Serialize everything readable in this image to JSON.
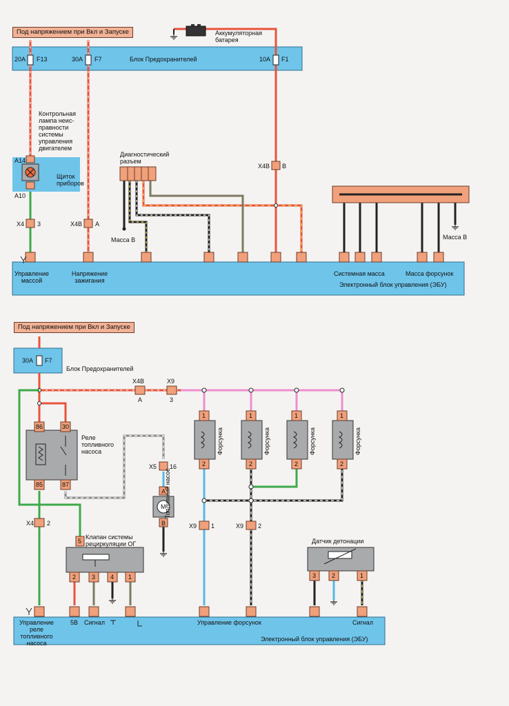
{
  "colors": {
    "red": "#e8533a",
    "pink": "#ee8ed0",
    "green": "#3ea84a",
    "blue": "#55b8e8",
    "black": "#222222",
    "white": "#ffffff",
    "gray": "#7e7a62",
    "yellow": "#f2d84a",
    "block_blue": "#6fc4ea",
    "connector": "#f0a07a",
    "header": "#f2b296",
    "component_gray": "#a8aaac"
  },
  "top": {
    "supply_header": "Под напряжением при Вкл и Запуске",
    "battery_label": "Аккумуляторная батарея",
    "fuse_block_label": "Блок Предохранителей",
    "fuses": [
      {
        "rating": "20A",
        "id": "F13"
      },
      {
        "rating": "30A",
        "id": "F7"
      },
      {
        "rating": "10A",
        "id": "F1"
      }
    ],
    "warning_lamp_label": "Контрольная лампа неис-правности системы управления двигателем",
    "cluster_label": "Щиток приборов",
    "pins": {
      "a14": "A14",
      "a10": "A10"
    },
    "connectors": {
      "x4": "X4",
      "x4_pin": "3",
      "x4b_left": "X4B",
      "x4b_left_pin": "A",
      "x4b_right": "X4B",
      "x4b_right_pin": "B"
    },
    "diagnostic_label": "Диагностический разъем",
    "ground_b_left": "Масса В",
    "ground_b_right": "Масса В",
    "ecu": {
      "ground_control": "Управление массой",
      "ignition_voltage": "Напряжение зажигания",
      "system_ground": "Системная масса",
      "injector_ground": "Масса форсунок",
      "title": "Электронный блок управления (ЭБУ)"
    }
  },
  "bottom": {
    "supply_header": "Под напряжением при Вкл и Запуске",
    "fuse": {
      "rating": "30A",
      "id": "F7"
    },
    "fuse_block_label": "Блок Предохранителей",
    "connectors": {
      "x4b": "X4B",
      "x4b_pin": "A",
      "x9": "X9",
      "x9_pin": "3",
      "x5": "X5",
      "x5_pin": "16",
      "x4": "X4",
      "x4_pin": "2",
      "x9_left": "X9",
      "x9_left_pin": "1",
      "x9_right": "X9",
      "x9_right_pin": "2"
    },
    "relay_label": "Реле топливного насоса",
    "relay_pins": {
      "p86": "86",
      "p30": "30",
      "p85": "85",
      "p87": "87"
    },
    "pump_label": "Топливный насос",
    "pump_pins": {
      "a": "A",
      "b": "B"
    },
    "motor_symbol": "M",
    "injector_label": "Форсунка",
    "injector_pin_top": "1",
    "injector_pin_bottom": "2",
    "egr_label": "Клапан системы рециркуляции ОГ",
    "egr_pin_top": "5",
    "egr_pins": [
      "2",
      "3",
      "4",
      "1"
    ],
    "knock_label": "Датчик детонации",
    "knock_pins": [
      "3",
      "2",
      "1"
    ],
    "ecu": {
      "relay_control": "Управление реле топливного насоса",
      "v5": "5В",
      "signal": "Сигнал",
      "injector_control": "Управление форсунок",
      "knock_signal": "Сигнал",
      "title": "Электронный блок управления (ЭБУ)"
    }
  }
}
